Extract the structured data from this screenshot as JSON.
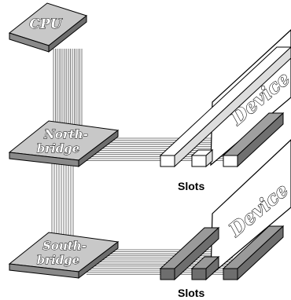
{
  "chips": {
    "cpu": "CPU",
    "northbridge": {
      "line1": "North-",
      "line2": "bridge"
    },
    "southbridge": {
      "line1": "South-",
      "line2": "bridge"
    }
  },
  "devices": {
    "upper": "Device",
    "lower": "Device"
  },
  "slot_groups": {
    "upper": "Slots",
    "lower": "Slots"
  },
  "colors": {
    "chip_fill": "#c8c8c8",
    "chip_side": "#8a8a8a",
    "slot_white": "#ffffff",
    "slot_gray": "#9a9a9a",
    "slot_dark": "#6e6e6e",
    "bus_line": "#555555"
  }
}
